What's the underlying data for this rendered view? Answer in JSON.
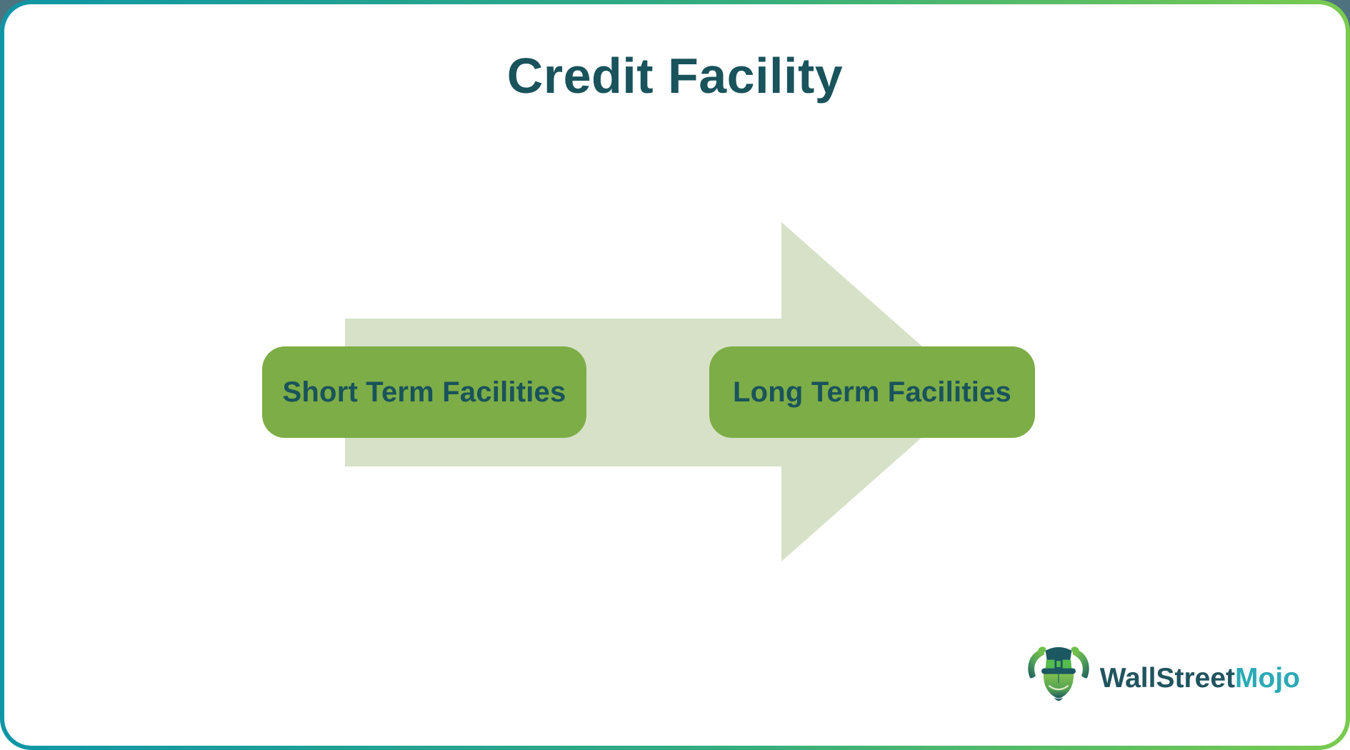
{
  "page": {
    "title": "Credit Facility"
  },
  "diagram": {
    "type": "flow-arrow",
    "direction": "left-to-right",
    "items": [
      {
        "label": "Short Term Facilities"
      },
      {
        "label": "Long Term Facilities"
      }
    ]
  },
  "branding": {
    "brand_primary": "WallStreet",
    "brand_secondary": "Mojo",
    "mascot": "bull-with-top-hat"
  },
  "colors": {
    "accent_teal_border": "#0E96A6",
    "accent_green_border": "#79CB4F",
    "box_green": "#7DAD46",
    "arrow_green": "#D6E1C7",
    "ink_teal": "#19535C",
    "brand_dark": "#20545F",
    "brand_cyan": "#2BAAB5",
    "corner_backdrop": "#4E737E"
  }
}
